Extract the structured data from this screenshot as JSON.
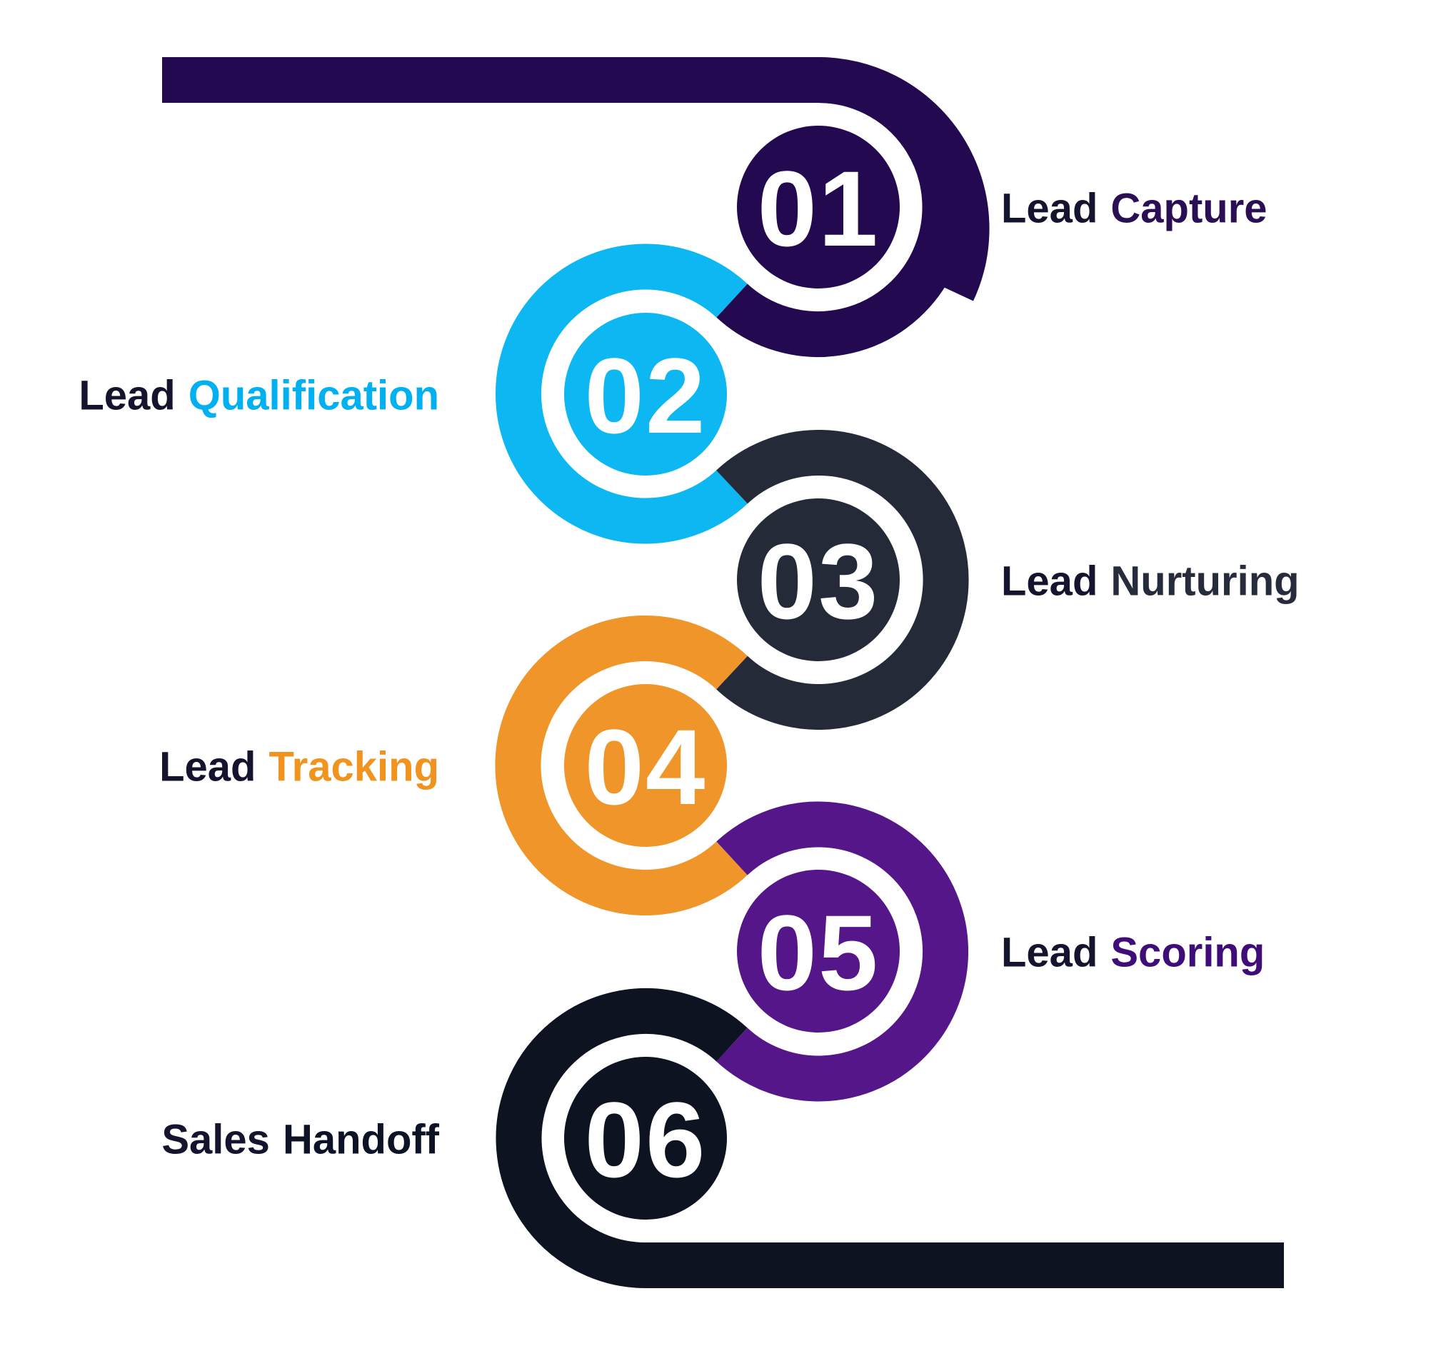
{
  "page": {
    "background_color": "#ffffff"
  },
  "diagram": {
    "type": "process-flow-snake",
    "prefix_color": "#14142e",
    "number_color": "#ffffff",
    "steps": [
      {
        "number": "01",
        "label_prefix": "Lead",
        "label_emphasis": "Capture",
        "side": "right",
        "color": "#23094f",
        "label_color": "#2a0f55"
      },
      {
        "number": "02",
        "label_prefix": "Lead",
        "label_emphasis": "Qualification",
        "side": "left",
        "color": "#0db8f2",
        "label_color": "#00b0f0"
      },
      {
        "number": "03",
        "label_prefix": "Lead",
        "label_emphasis": "Nurturing",
        "side": "right",
        "color": "#242a38",
        "label_color": "#262c3b"
      },
      {
        "number": "04",
        "label_prefix": "Lead",
        "label_emphasis": "Tracking",
        "side": "left",
        "color": "#f0952a",
        "label_color": "#f0931f"
      },
      {
        "number": "05",
        "label_prefix": "Lead",
        "label_emphasis": "Scoring",
        "side": "right",
        "color": "#551689",
        "label_color": "#3f0d78"
      },
      {
        "number": "06",
        "label_prefix": "Sales",
        "label_emphasis": "Handoff",
        "side": "left",
        "color": "#0e1322",
        "label_color": "#0d1226"
      }
    ]
  }
}
